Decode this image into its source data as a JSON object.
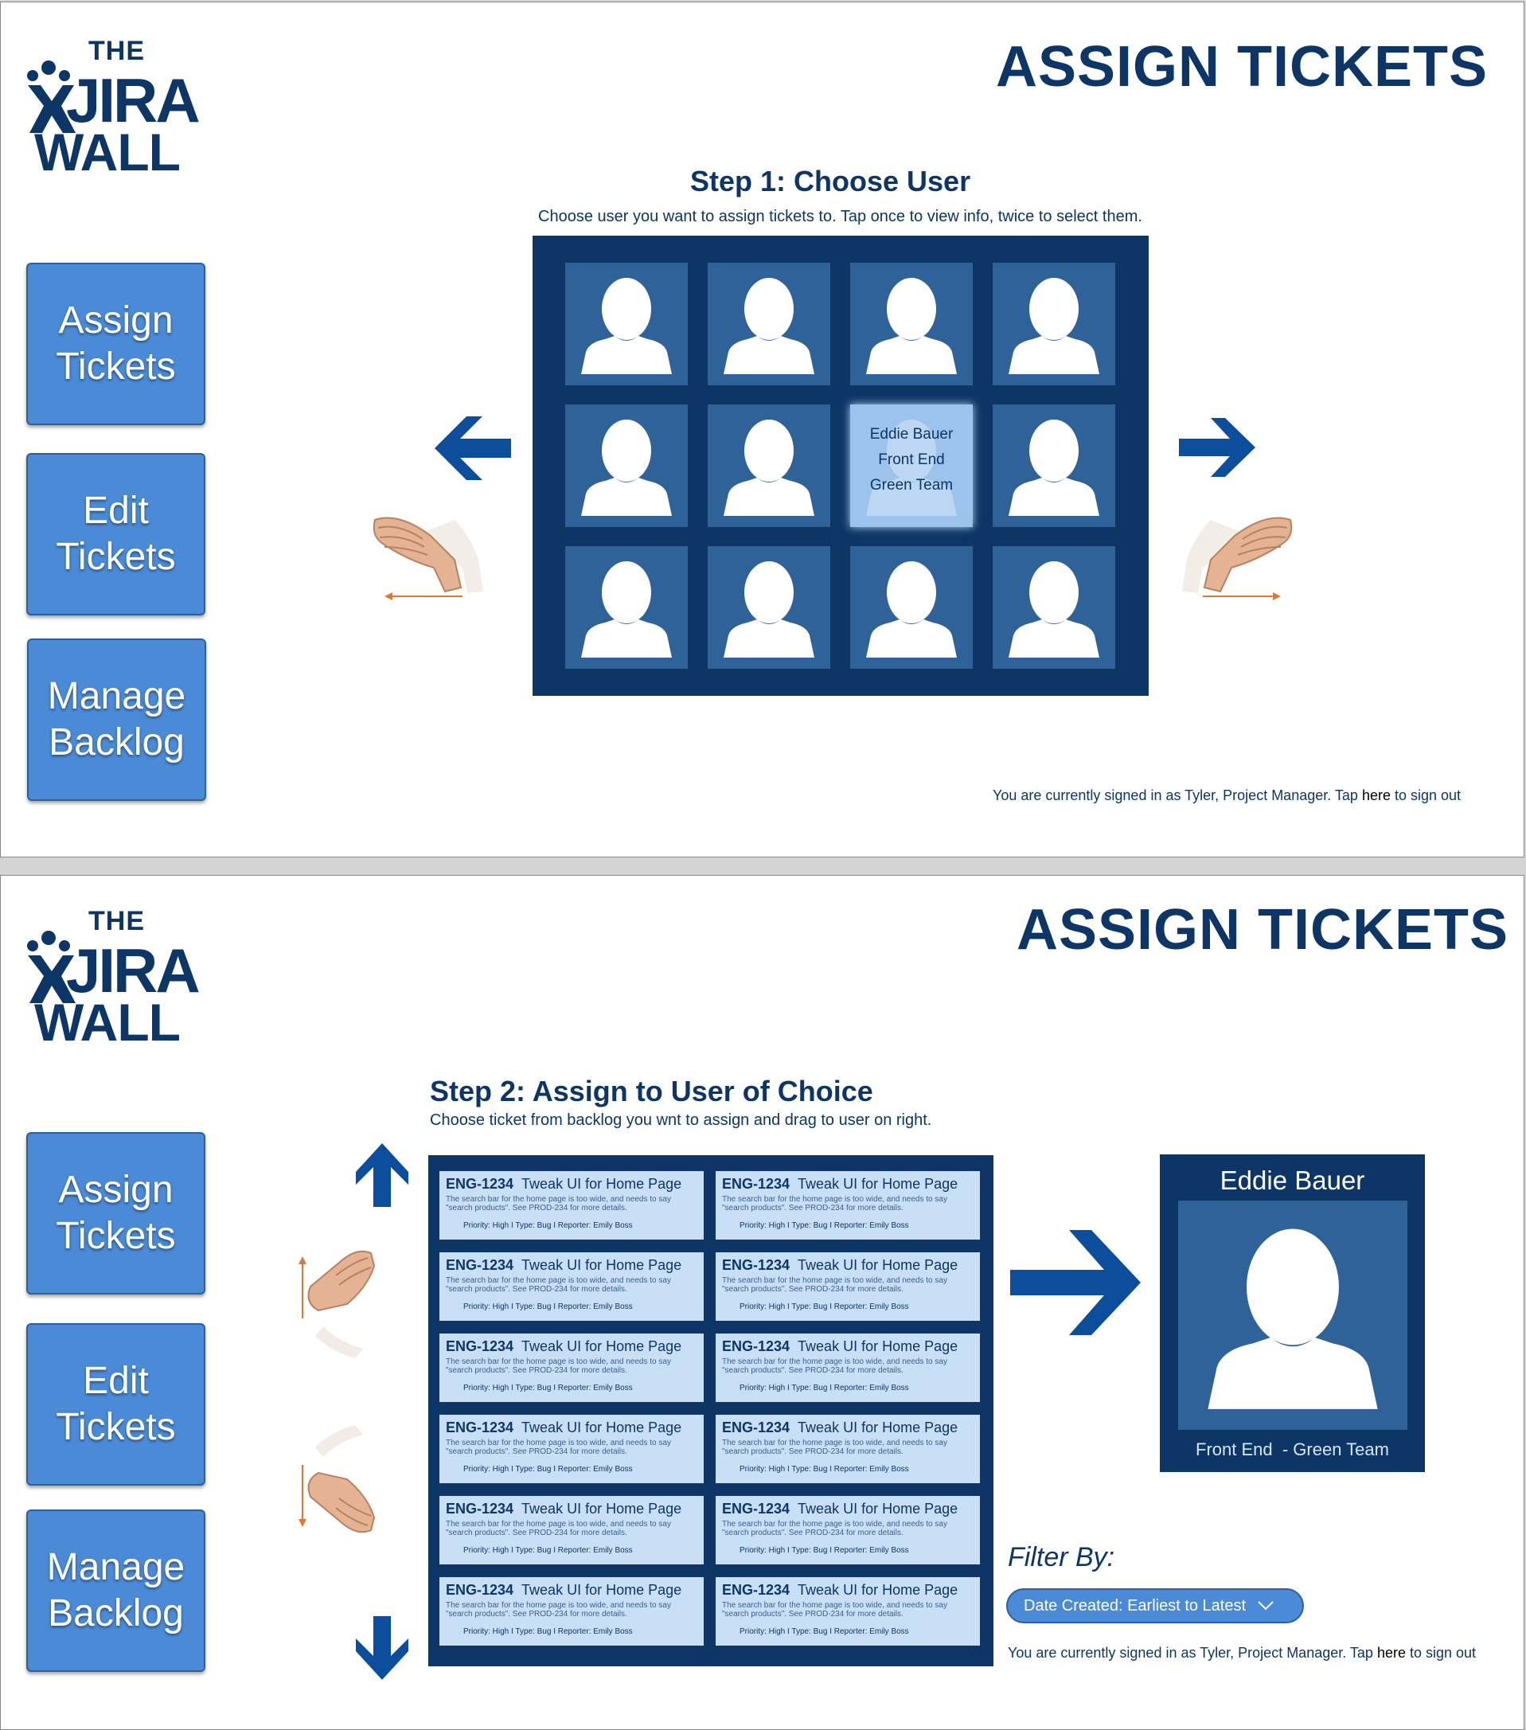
{
  "logo": {
    "the": "THE",
    "jira": "JIRA",
    "wall": "WALL"
  },
  "nav": [
    {
      "label": "Assign Tickets"
    },
    {
      "label": "Edit Tickets"
    },
    {
      "label": "Manage Backlog"
    }
  ],
  "screen1": {
    "title": "ASSIGN TICKETS",
    "step_title": "Step 1: Choose User",
    "step_subtitle": "Choose user you want to assign tickets to. Tap once to view info, twice to select them.",
    "selected_user": {
      "name": "Eddie Bauer",
      "team": "Front End",
      "group": "Green Team"
    },
    "signin_prefix": "You are currently signed in as Tyler, Project Manager. Tap ",
    "signin_link": "here",
    "signin_suffix": " to sign out"
  },
  "screen2": {
    "title": "ASSIGN TICKETS",
    "step_title": "Step 2: Assign to User of Choice",
    "step_subtitle": "Choose ticket from backlog you wnt to assign and drag to user on right.",
    "ticket": {
      "key": "ENG-1234",
      "title": "Tweak UI for Home Page",
      "description": "The search bar for the home page is too wide, and needs to say \"search products\". See PROD-234 for more details.",
      "meta": "Priority: High    I   Type: Bug   I   Reporter:  Emily Boss"
    },
    "user_card": {
      "name": "Eddie Bauer",
      "team": "Front End  - Green Team"
    },
    "filter_label": "Filter By:",
    "filter_value": "Date Created: Earliest to Latest",
    "signin_prefix": "You are currently signed in as Tyler, Project Manager. Tap ",
    "signin_link": "here",
    "signin_suffix": " to sign out"
  },
  "colors": {
    "navy": "#0d3566",
    "tile": "#2f6299",
    "button": "#4a8ad6",
    "ticket": "#c9dff6",
    "arrow": "#0c4d9c"
  },
  "icons": [
    "user-avatar-icon",
    "arrow-left-icon",
    "arrow-right-icon",
    "arrow-up-icon",
    "arrow-down-icon",
    "swipe-hand-icon",
    "chevron-down-icon"
  ]
}
